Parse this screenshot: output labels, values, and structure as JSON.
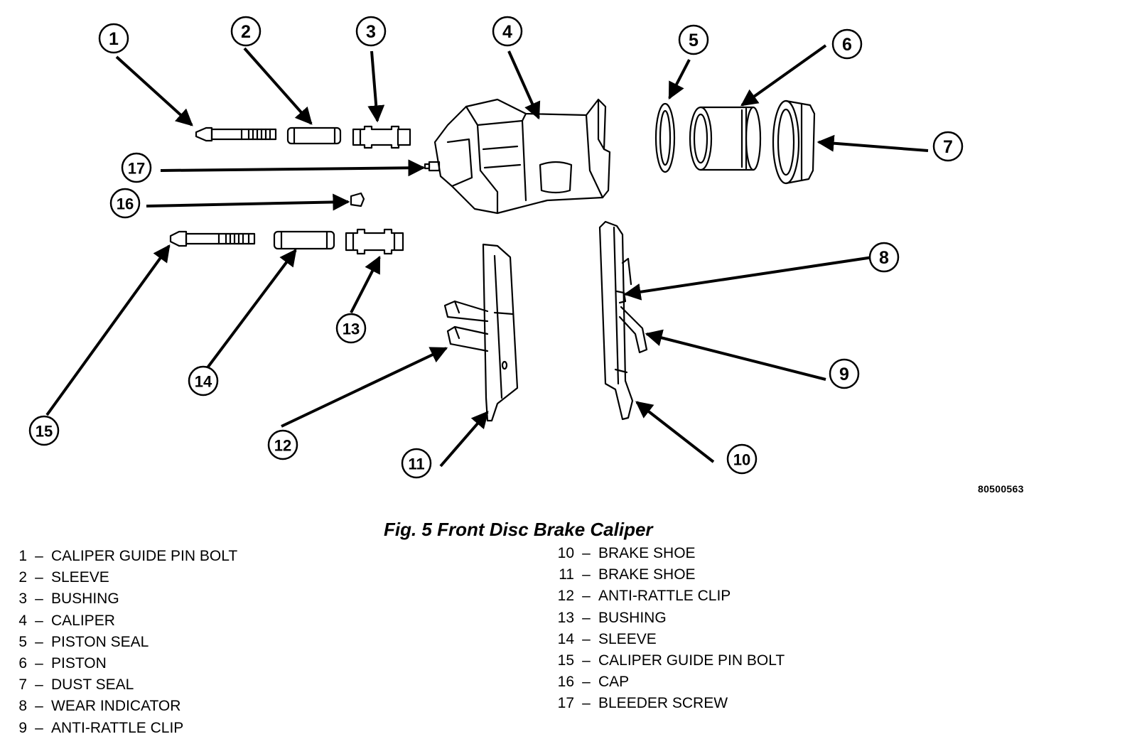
{
  "figure": {
    "id": "80500563",
    "caption": "Fig. 5 Front Disc Brake Caliper"
  },
  "callouts": [
    "1",
    "2",
    "3",
    "4",
    "5",
    "6",
    "7",
    "8",
    "9",
    "10",
    "11",
    "12",
    "13",
    "14",
    "15",
    "16",
    "17"
  ],
  "legend": {
    "dash": "–",
    "left": [
      {
        "num": "1",
        "label": "CALIPER GUIDE PIN BOLT"
      },
      {
        "num": "2",
        "label": "SLEEVE"
      },
      {
        "num": "3",
        "label": "BUSHING"
      },
      {
        "num": "4",
        "label": "CALIPER"
      },
      {
        "num": "5",
        "label": "PISTON SEAL"
      },
      {
        "num": "6",
        "label": "PISTON"
      },
      {
        "num": "7",
        "label": "DUST SEAL"
      },
      {
        "num": "8",
        "label": "WEAR INDICATOR"
      },
      {
        "num": "9",
        "label": "ANTI-RATTLE CLIP"
      }
    ],
    "right": [
      {
        "num": "10",
        "label": "BRAKE SHOE"
      },
      {
        "num": "11",
        "label": "BRAKE SHOE"
      },
      {
        "num": "12",
        "label": "ANTI-RATTLE CLIP"
      },
      {
        "num": "13",
        "label": "BUSHING"
      },
      {
        "num": "14",
        "label": "SLEEVE"
      },
      {
        "num": "15",
        "label": "CALIPER GUIDE PIN BOLT"
      },
      {
        "num": "16",
        "label": "CAP"
      },
      {
        "num": "17",
        "label": "BLEEDER SCREW"
      }
    ]
  }
}
